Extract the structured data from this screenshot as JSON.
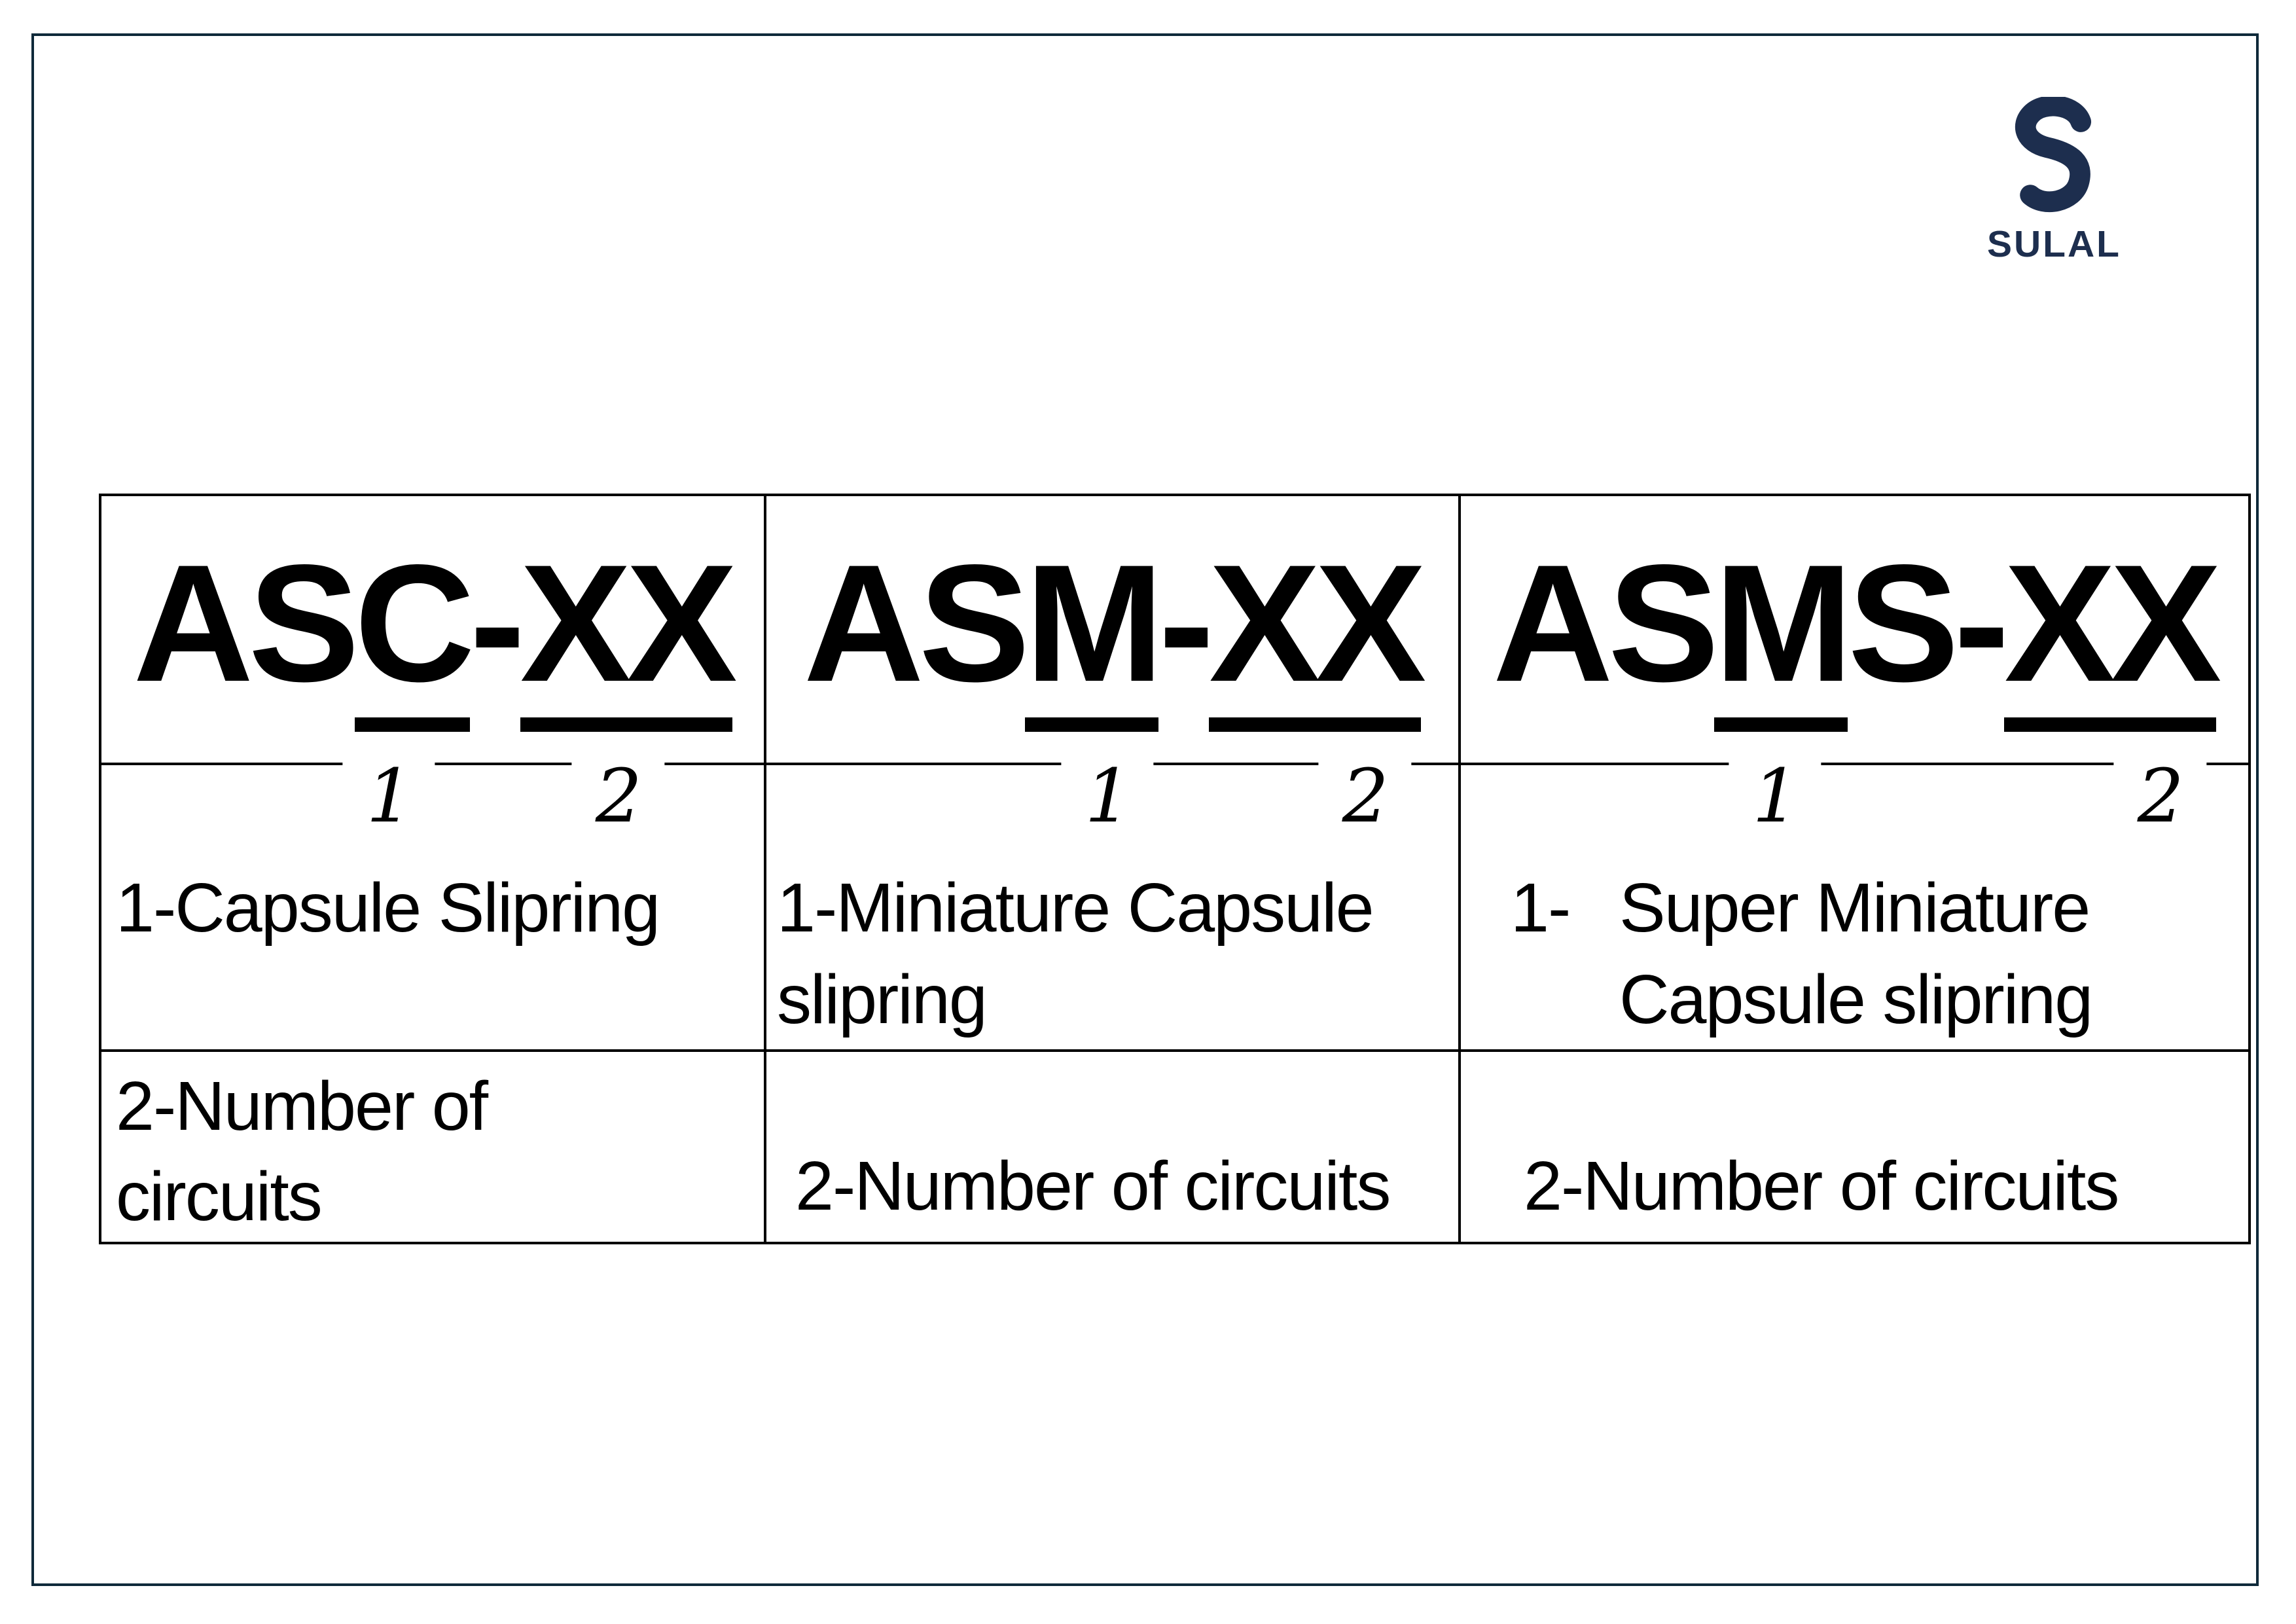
{
  "colors": {
    "frame": "#0f2a3a",
    "logo": "#1d2e4e",
    "text": "#000000"
  },
  "logo": {
    "brand": "SULAL"
  },
  "table": {
    "columns": [
      {
        "header": {
          "part1": "AS",
          "underlined1": "C",
          "part2": "-",
          "underlined2": "XX"
        },
        "callouts": [
          "1",
          "2"
        ],
        "desc1_lines": [
          "1-Capsule Slipring"
        ],
        "desc2_lines": [
          "2-Number of",
          "circuits"
        ]
      },
      {
        "header": {
          "part1": "AS",
          "underlined1": "M",
          "part2": "-",
          "underlined2": "XX"
        },
        "callouts": [
          "1",
          "2"
        ],
        "desc1_lines": [
          "1-Miniature Capsule",
          "slipring"
        ],
        "desc2_lines": [
          "2-Number of circuits"
        ]
      },
      {
        "header": {
          "part1": "AS",
          "underlined1": "M",
          "part2": "S-",
          "underlined2": "XX"
        },
        "callouts": [
          "1",
          "2"
        ],
        "desc1_marker": "1-",
        "desc1_lines": [
          "Super Miniature",
          "Capsule slipring"
        ],
        "desc2_lines": [
          "2-Number of circuits"
        ]
      }
    ]
  }
}
